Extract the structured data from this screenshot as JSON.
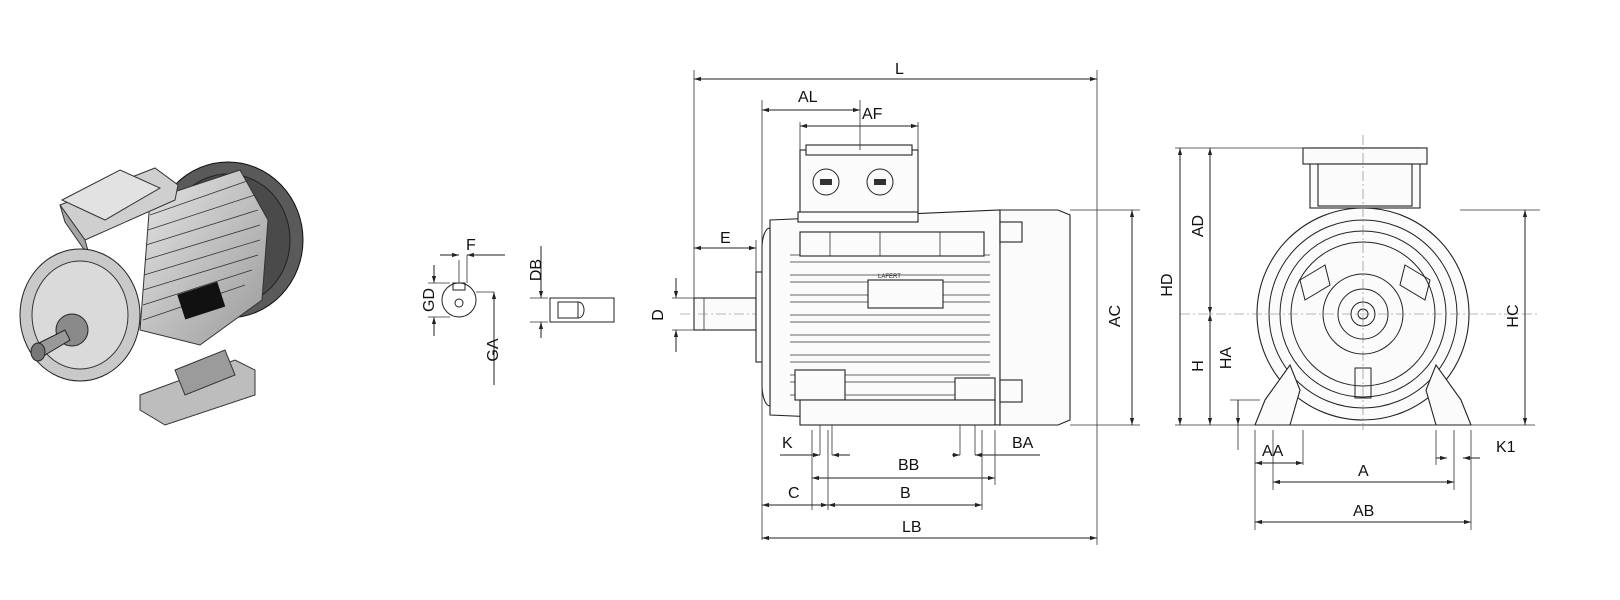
{
  "labels": {
    "F": "F",
    "GD": "GD",
    "GA": "GA",
    "DB": "DB",
    "D": "D",
    "E": "E",
    "L": "L",
    "AL": "AL",
    "AF": "AF",
    "AC": "AC",
    "K": "K",
    "BB": "BB",
    "BA": "BA",
    "C": "C",
    "B": "B",
    "LB": "LB",
    "HD": "HD",
    "AD": "AD",
    "H": "H",
    "HA": "HA",
    "HC": "HC",
    "AA": "AA",
    "A": "A",
    "K1": "K1",
    "AB": "AB"
  },
  "plate": {
    "brand": "LAFERT"
  }
}
